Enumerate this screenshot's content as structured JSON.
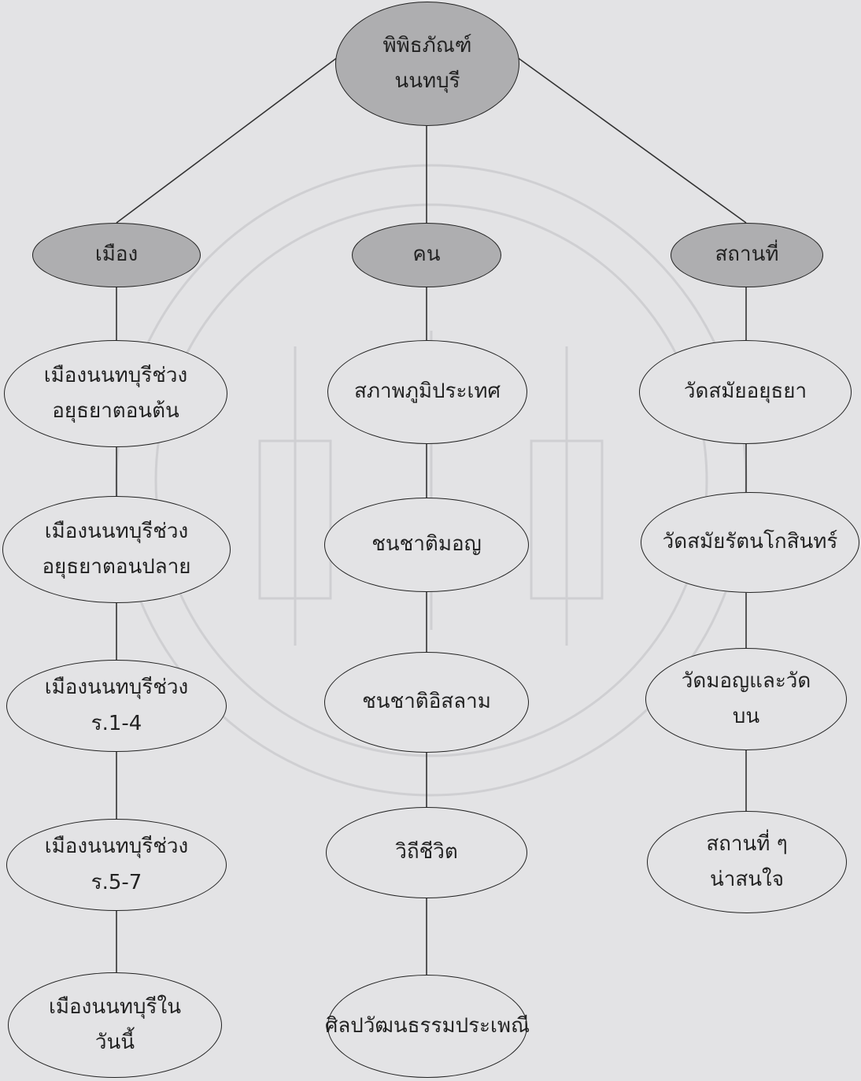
{
  "root": {
    "line1": "พิพิธภัณฑ์",
    "line2": "นนทบุรี"
  },
  "branches": {
    "city": {
      "title": "เมือง",
      "items": [
        {
          "line1": "เมืองนนทบุรีช่วง",
          "line2": "อยุธยาตอนต้น"
        },
        {
          "line1": "เมืองนนทบุรีช่วง",
          "line2": "อยุธยาตอนปลาย"
        },
        {
          "line1": "เมืองนนทบุรีช่วง",
          "line2": "ร.1-4"
        },
        {
          "line1": "เมืองนนทบุรีช่วง",
          "line2": "ร.5-7"
        },
        {
          "line1": "เมืองนนทบุรีใน",
          "line2": "วันนี้"
        }
      ]
    },
    "people": {
      "title": "คน",
      "items": [
        {
          "line1": "สภาพภูมิประเทศ"
        },
        {
          "line1": "ชนชาติมอญ"
        },
        {
          "line1": "ชนชาติอิสลาม"
        },
        {
          "line1": "วิถีชีวิต"
        },
        {
          "line1": "ศิลปวัฒนธรรมประเพณี"
        }
      ]
    },
    "places": {
      "title": "สถานที่",
      "items": [
        {
          "line1": "วัดสมัยอยุธยา"
        },
        {
          "line1": "วัดสมัยรัตนโกสินทร์"
        },
        {
          "line1": "วัดมอญและวัด",
          "line2": "บน"
        },
        {
          "line1": "สถานที่ ๆ",
          "line2": "น่าสนใจ"
        }
      ]
    }
  }
}
